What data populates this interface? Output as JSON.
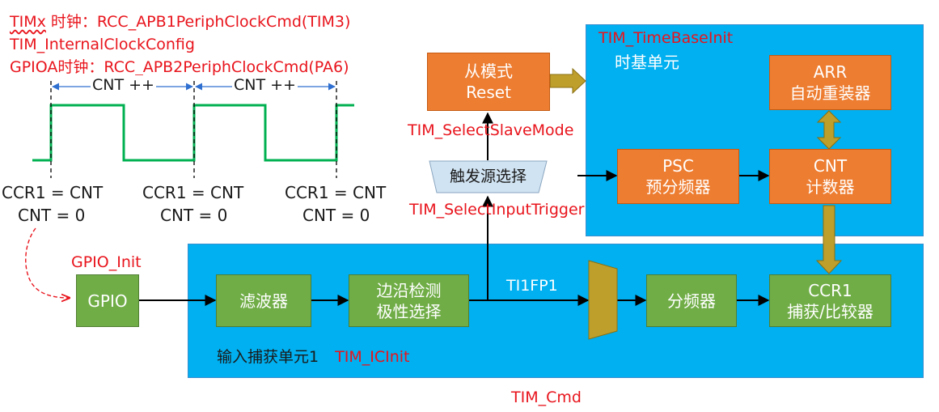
{
  "clock_config": {
    "line1_prefix": "TIMx",
    "line1_rest": " 时钟：RCC_APB1PeriphClockCmd(TIM3)",
    "line2": "TIM_InternalClockConfig",
    "line3": "GPIOA时钟：RCC_APB2PeriphClockCmd(PA6)"
  },
  "waveform": {
    "cnt_labels": [
      "CNT ++",
      "CNT ++"
    ],
    "ccr_labels": [
      "CCR1 = CNT",
      "CCR1 = CNT",
      "CCR1 = CNT"
    ],
    "cnt_zero_labels": [
      "CNT = 0",
      "CNT = 0",
      "CNT = 0"
    ]
  },
  "gpio": {
    "init_label": "GPIO_Init",
    "box_label": "GPIO"
  },
  "input_capture": {
    "unit_label": "输入捕获单元1",
    "init_label": "TIM_ICInit",
    "filter": "滤波器",
    "edge_line1": "边沿检测",
    "edge_line2": "极性选择",
    "signal": "TI1FP1",
    "divider": "分频器",
    "ccr_line1": "CCR1",
    "ccr_line2": "捕获/比较器"
  },
  "slave": {
    "mode_line1": "从模式",
    "mode_line2": "Reset",
    "mode_func": "TIM_SelectSlaveMode",
    "trigger": "触发源选择",
    "trigger_func": "TIM_SelectInputTrigger"
  },
  "time_base": {
    "init_label": "TIM_TimeBaseInit",
    "unit_label": "时基单元",
    "arr_line1": "ARR",
    "arr_line2": "自动重装器",
    "psc_line1": "PSC",
    "psc_line2": "预分频器",
    "cnt_line1": "CNT",
    "cnt_line2": "计数器"
  },
  "cmd": "TIM_Cmd",
  "colors": {
    "panel": "#00b0f0",
    "orange": "#ed7d31",
    "green": "#70ad47",
    "olive": "#bf9f2c",
    "label_red": "#e8141c",
    "waveform": "#00b050"
  }
}
